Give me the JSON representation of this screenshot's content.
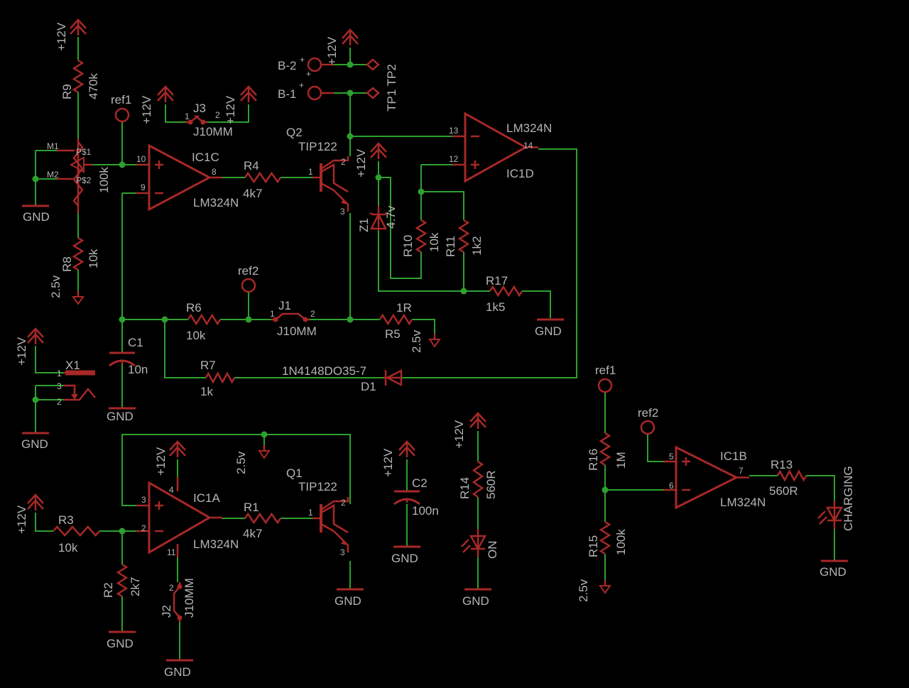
{
  "colors": {
    "background": "#000000",
    "symbol": "#a82828",
    "wire": "#2ea02e",
    "text": "#b4b4b4"
  },
  "supplies": {
    "p12": "+12V",
    "gnd": "GND",
    "v25": "2.5v"
  },
  "nets": {
    "ref1": "ref1",
    "ref2": "ref2"
  },
  "parts": {
    "R1": {
      "ref": "R1",
      "value": "4k7"
    },
    "R2": {
      "ref": "R2",
      "value": "2k7"
    },
    "R3": {
      "ref": "R3",
      "value": "10k"
    },
    "R4": {
      "ref": "R4",
      "value": "4k7"
    },
    "R5": {
      "ref": "R5",
      "value": "1R"
    },
    "R6": {
      "ref": "R6",
      "value": "10k"
    },
    "R7": {
      "ref": "R7",
      "value": "1k"
    },
    "R8": {
      "ref": "R8",
      "value": "10k"
    },
    "R9": {
      "ref": "R9",
      "value": "470k"
    },
    "R10": {
      "ref": "R10",
      "value": "10k"
    },
    "R11": {
      "ref": "R11",
      "value": "1k2"
    },
    "R13": {
      "ref": "R13",
      "value": "560R"
    },
    "R14": {
      "ref": "R14",
      "value": "560R"
    },
    "R15": {
      "ref": "R15",
      "value": "100k"
    },
    "R16": {
      "ref": "R16",
      "value": "1M"
    },
    "R17": {
      "ref": "R17",
      "value": "1k5"
    },
    "POT": {
      "value": "100k",
      "m1": "M1",
      "m2": "M2",
      "p1": "P$1",
      "p2": "P$2"
    },
    "C1": {
      "ref": "C1",
      "value": "10n"
    },
    "C2": {
      "ref": "C2",
      "value": "100n"
    },
    "D1": {
      "ref": "D1",
      "value": "1N4148DO35-7"
    },
    "Z1": {
      "ref": "Z1",
      "value": "4.7v"
    },
    "Q1": {
      "ref": "Q1",
      "value": "TIP122"
    },
    "Q2": {
      "ref": "Q2",
      "value": "TIP122"
    },
    "IC1A": {
      "ref": "IC1A",
      "value": "LM324N"
    },
    "IC1B": {
      "ref": "IC1B",
      "value": "LM324N"
    },
    "IC1C": {
      "ref": "IC1C",
      "value": "LM324N"
    },
    "IC1D": {
      "ref": "IC1D",
      "value": "LM324N"
    },
    "J1": {
      "ref": "J1",
      "value": "J10MM"
    },
    "J2": {
      "ref": "J2",
      "value": "J10MM"
    },
    "J3": {
      "ref": "J3",
      "value": "J10MM"
    },
    "X1": {
      "ref": "X1"
    },
    "B1": {
      "ref": "B-1"
    },
    "B2": {
      "ref": "B-2"
    },
    "TP": {
      "ref": "TP1 TP2"
    },
    "LED_ON": {
      "value": "ON"
    },
    "LED_CHG": {
      "value": "CHARGING"
    }
  },
  "pins": {
    "p1": "1",
    "p2": "2",
    "p3": "3",
    "p4": "4",
    "p5": "5",
    "p6": "6",
    "p7": "7",
    "p8": "8",
    "p9": "9",
    "p10": "10",
    "p11": "11",
    "p12": "12",
    "p13": "13",
    "p14": "14",
    "plus": "+"
  }
}
